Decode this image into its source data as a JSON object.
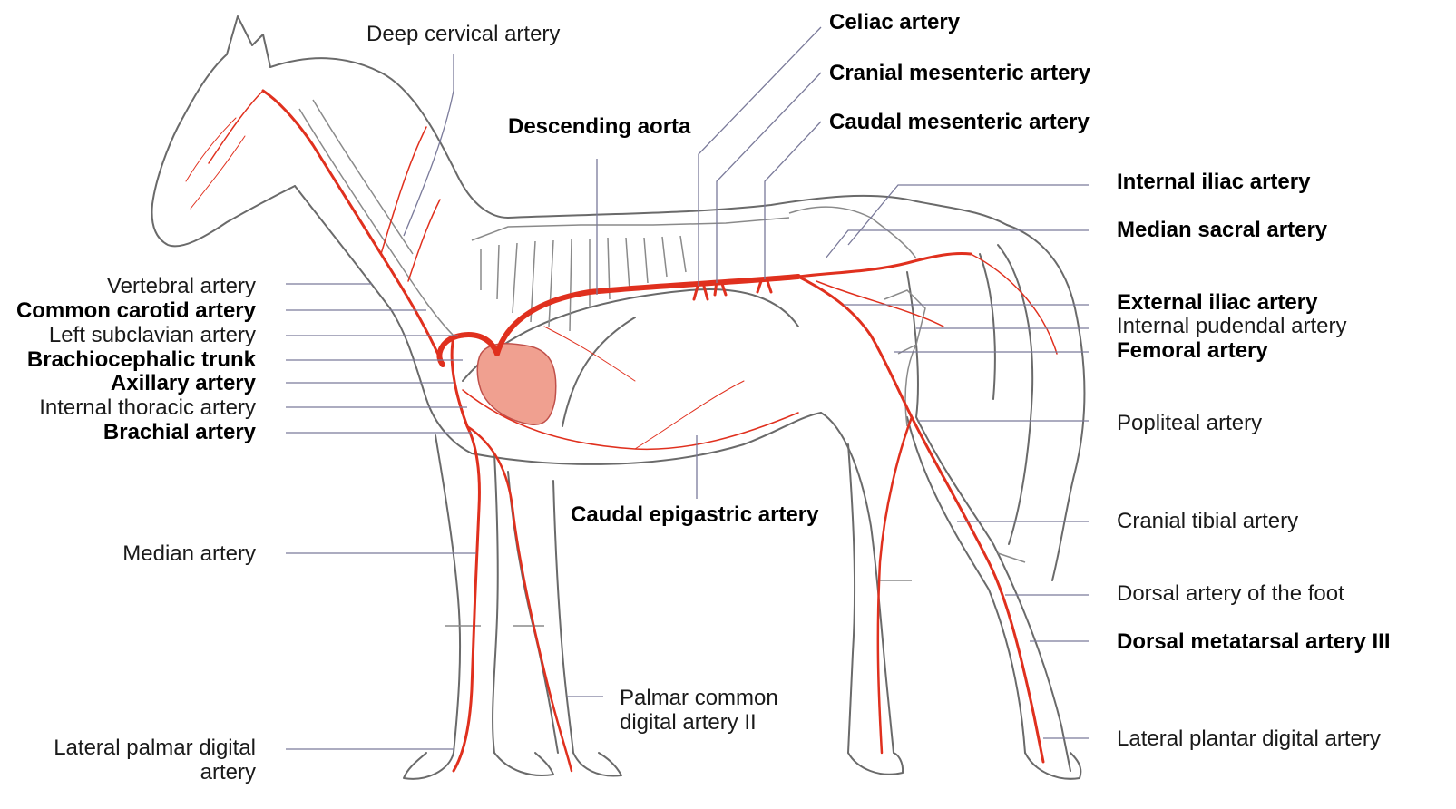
{
  "colors": {
    "artery": "#e0301e",
    "outline": "#6a6a6a",
    "heart": "#f0a090",
    "leader": "#7a7a9a"
  },
  "labels": {
    "deep_cervical": "Deep cervical artery",
    "celiac": "Celiac artery",
    "cranial_mesenteric": "Cranial mesenteric artery",
    "caudal_mesenteric": "Caudal mesenteric artery",
    "descending_aorta": "Descending aorta",
    "internal_iliac": "Internal iliac artery",
    "median_sacral": "Median sacral artery",
    "vertebral": "Vertebral artery",
    "common_carotid": "Common carotid artery",
    "left_subclavian": "Left subclavian artery",
    "brachiocephalic": "Brachiocephalic trunk",
    "axillary": "Axillary artery",
    "internal_thoracic": "Internal thoracic artery",
    "brachial": "Brachial artery",
    "external_iliac": "External iliac artery",
    "internal_pudendal": "Internal pudendal artery",
    "femoral": "Femoral artery",
    "popliteal": "Popliteal artery",
    "caudal_epigastric": "Caudal epigastric artery",
    "median": "Median artery",
    "cranial_tibial": "Cranial tibial artery",
    "dorsal_foot": "Dorsal artery of the foot",
    "dorsal_metatarsal": "Dorsal metatarsal artery III",
    "palmar_common_1": "Palmar common",
    "palmar_common_2": "digital artery II",
    "lateral_palmar_1": "Lateral palmar digital",
    "lateral_palmar_2": "artery",
    "lateral_plantar": "Lateral plantar digital artery"
  }
}
